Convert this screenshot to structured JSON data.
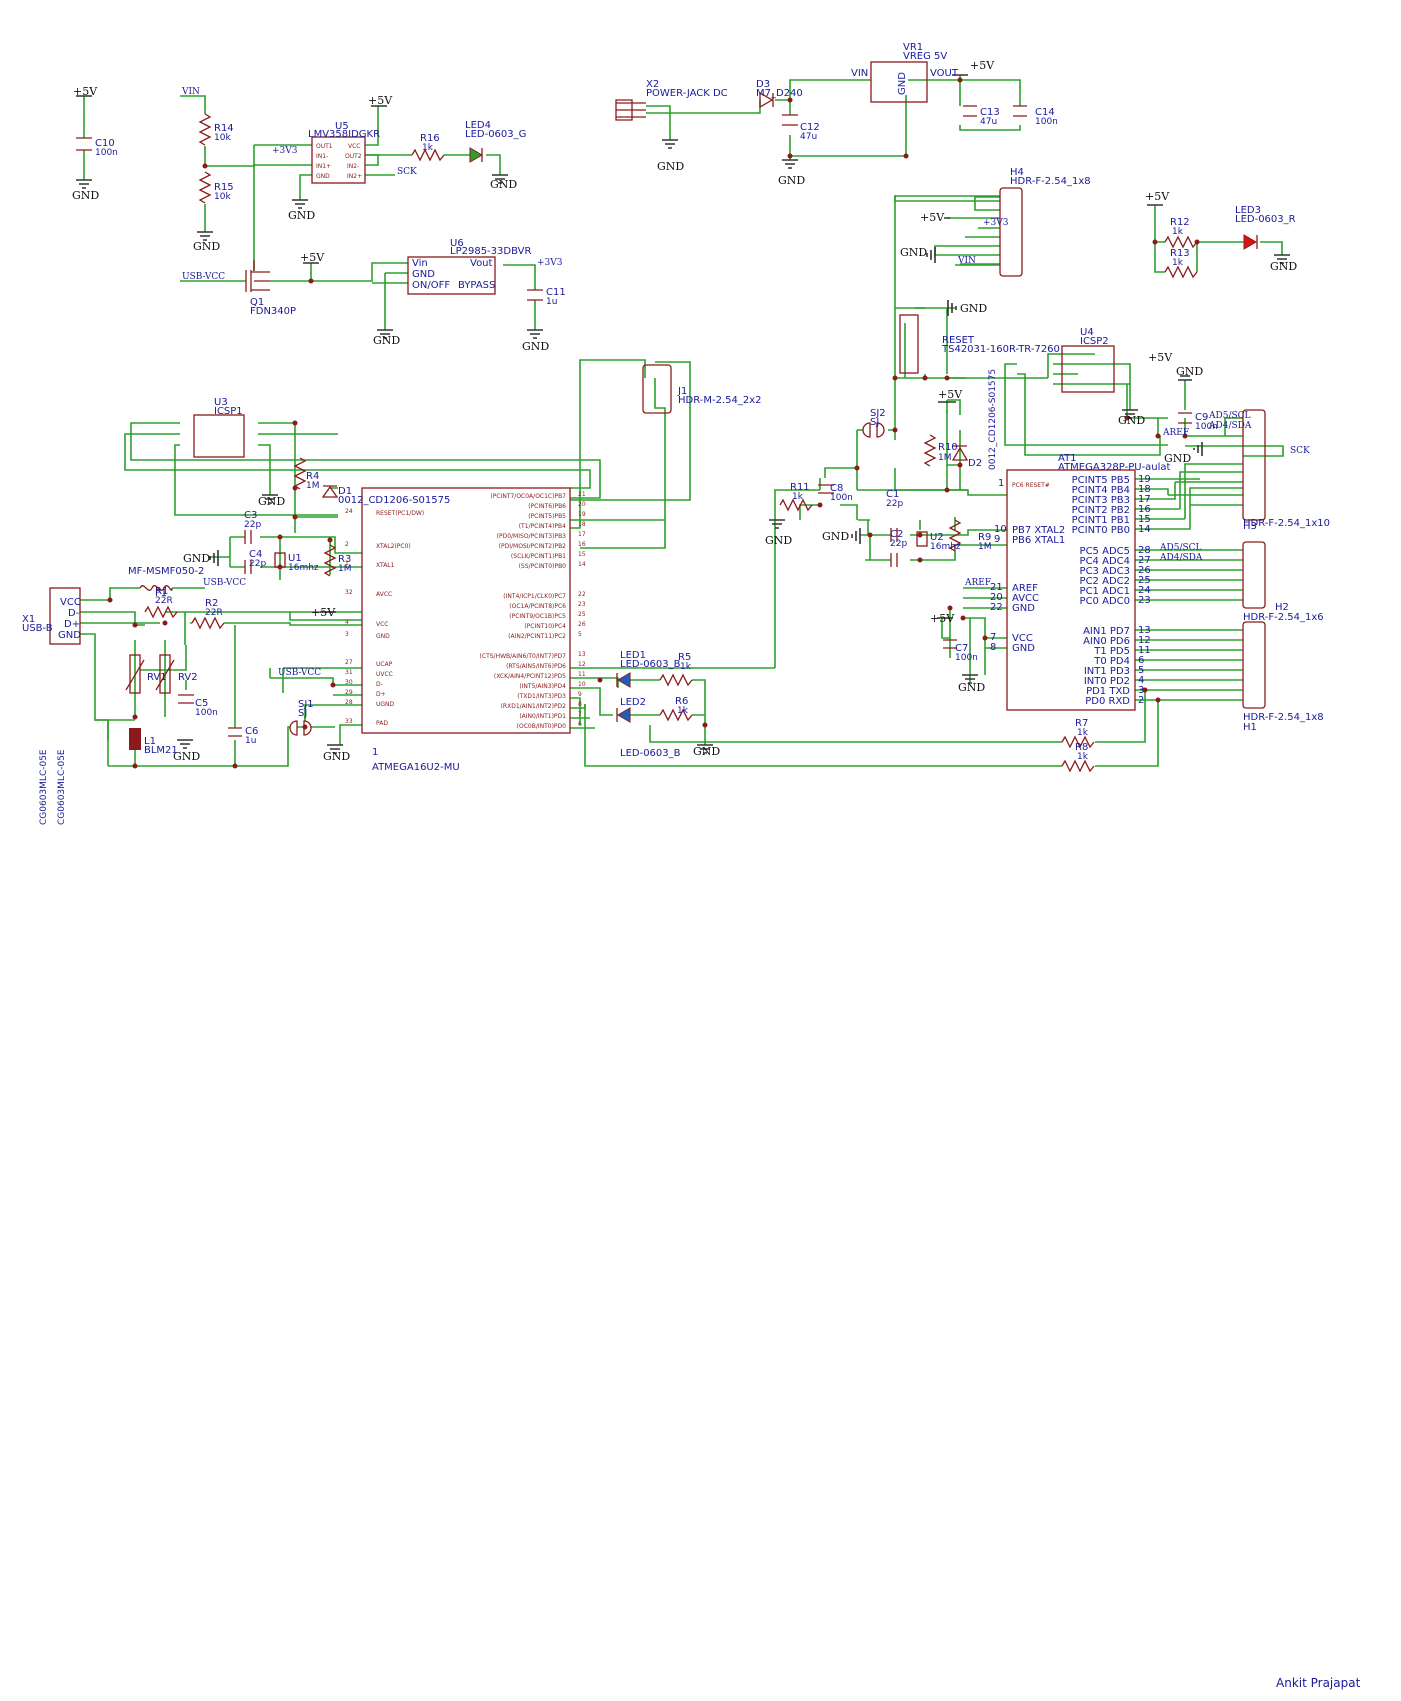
{
  "power": {
    "p5": "+5V",
    "gnd": "GND",
    "vin": "VIN",
    "v33": "+3V3",
    "usbvcc": "USB-VCC"
  },
  "nets": {
    "sck": "SCK",
    "aref": "AREF",
    "ad5": "AD5/SCL",
    "ad4": "AD4/SDA"
  },
  "parts": {
    "c10": {
      "ref": "C10",
      "val": "100n"
    },
    "r14": {
      "ref": "R14",
      "val": "10k"
    },
    "r15": {
      "ref": "R15",
      "val": "10k"
    },
    "u5": {
      "ref": "U5",
      "val": "LMV358IDGKR",
      "pins": [
        "OUT1",
        "IN1-",
        "IN1+",
        "GND",
        "VCC",
        "OUT2",
        "IN2-",
        "IN2+"
      ]
    },
    "r16": {
      "ref": "R16",
      "val": "1k"
    },
    "led4": {
      "ref": "LED4",
      "val": "LED-0603_G"
    },
    "q1": {
      "ref": "Q1",
      "val": "FDN340P"
    },
    "u6": {
      "ref": "U6",
      "val": "LP2985-33DBVR",
      "pins": [
        "Vin",
        "GND",
        "ON/OFF",
        "Vout",
        "BYPASS"
      ]
    },
    "c11": {
      "ref": "C11",
      "val": "1u"
    },
    "x2": {
      "ref": "X2",
      "val": "POWER-JACK DC"
    },
    "d3": {
      "ref": "D3",
      "val": "M7_D240"
    },
    "vr1": {
      "ref": "VR1",
      "val": "VREG 5V",
      "pins": [
        "VIN",
        "VOUT",
        "GND"
      ]
    },
    "c12": {
      "ref": "C12",
      "val": "47u"
    },
    "c13": {
      "ref": "C13",
      "val": "47u"
    },
    "c14": {
      "ref": "C14",
      "val": "100n"
    },
    "h4": {
      "ref": "H4",
      "val": "HDR-F-2.54_1x8"
    },
    "r12": {
      "ref": "R12",
      "val": "1k"
    },
    "r13": {
      "ref": "R13",
      "val": "1k"
    },
    "led3": {
      "ref": "LED3",
      "val": "LED-0603_R"
    },
    "reset": {
      "ref": "RESET",
      "val": "TS42031-160R-TR-7260"
    },
    "u4": {
      "ref": "U4",
      "val": "ICSP2"
    },
    "u3": {
      "ref": "U3",
      "val": "ICSP1"
    },
    "j1": {
      "ref": "J1",
      "val": "HDR-M-2.54_2x2"
    },
    "r4": {
      "ref": "R4",
      "val": "1M"
    },
    "d1": {
      "ref": "D1",
      "val": "0012_CD1206-S01575"
    },
    "c3": {
      "ref": "C3",
      "val": "22p"
    },
    "c4": {
      "ref": "C4",
      "val": "22p"
    },
    "u1": {
      "ref": "U1",
      "val": "16mhz"
    },
    "r3": {
      "ref": "R3",
      "val": "1M"
    },
    "f1": {
      "ref": "F1",
      "val": "MF-MSMF050-2"
    },
    "r1": {
      "ref": "R1",
      "val": "22R"
    },
    "r2": {
      "ref": "R2",
      "val": "22R"
    },
    "x1": {
      "ref": "X1",
      "val": "USB-B",
      "pins": [
        "VCC",
        "D-",
        "D+",
        "GND"
      ]
    },
    "rv1": {
      "ref": "RV1"
    },
    "rv2": {
      "ref": "RV2"
    },
    "c5": {
      "ref": "C5",
      "val": "100n"
    },
    "c6": {
      "ref": "C6",
      "val": "1u"
    },
    "l1": {
      "ref": "L1",
      "val": "BLM21"
    },
    "sj1": {
      "ref": "SJ1",
      "val": "SJ"
    },
    "sj2": {
      "ref": "SJ2",
      "val": "SJ"
    },
    "tvs1": {
      "val": "CG0603MLC-05E"
    },
    "tvs2": {
      "val": "CG0603MLC-05E"
    },
    "u2m": {
      "val": "ATMEGA16U2-MU",
      "num": "1"
    },
    "led1": {
      "ref": "LED1",
      "val": "LED-0603_B"
    },
    "led2": {
      "ref": "LED2",
      "val": "LED-0603_B"
    },
    "r5": {
      "ref": "R5",
      "val": "1k"
    },
    "r6": {
      "ref": "R6",
      "val": "1k"
    },
    "r7": {
      "ref": "R7",
      "val": "1k"
    },
    "r8": {
      "ref": "R8",
      "val": "1k"
    },
    "r11": {
      "ref": "R11",
      "val": "1k"
    },
    "c8": {
      "ref": "C8",
      "val": "100n"
    },
    "r10": {
      "ref": "R10",
      "val": "1M"
    },
    "d2": {
      "ref": "D2",
      "val": "0012_CD1206-S01575"
    },
    "c1": {
      "ref": "C1",
      "val": "22p"
    },
    "c2": {
      "ref": "C2",
      "val": "22p"
    },
    "u2": {
      "ref": "U2",
      "val": "16mhz"
    },
    "r9": {
      "ref": "R9",
      "val": "1M"
    },
    "c7": {
      "ref": "C7",
      "val": "100n"
    },
    "c9": {
      "ref": "C9",
      "val": "100n"
    },
    "at1": {
      "ref": "AT1",
      "val": "ATMEGA328P-PU-aulat"
    },
    "h3": {
      "ref": "H3",
      "val": "HDR-F-2.54_1x10"
    },
    "h2": {
      "ref": "H2",
      "val": "HDR-F-2.54_1x6"
    },
    "h1": {
      "ref": "H1",
      "val": "HDR-F-2.54_1x8"
    }
  },
  "m16": {
    "left": [
      "RESET(PC1/DW)",
      "XTAL2(PC0)",
      "XTAL1",
      "AVCC",
      "VCC",
      "GND",
      "UCAP",
      "UVCC",
      "D-",
      "D+",
      "UGND",
      "PAD"
    ],
    "left_nums": [
      "24",
      "2",
      "1",
      "32",
      "4",
      "3",
      "27",
      "31",
      "30",
      "29",
      "28",
      "33"
    ],
    "right": [
      "(PCINT7/OC0A/OC1C)PB7",
      "(PCINT6)PB6",
      "(PCINT5)PB5",
      "(T1/PCINT4)PB4",
      "(PD0/MISO/PCINT3)PB3",
      "(PDI/MOSI/PCINT2)PB2",
      "(SCLK/PCINT1)PB1",
      "(SS/PCINT0)PB0",
      "(INT4/ICP1/CLK0)PC7",
      "(OC1A/PCINT8)PC6",
      "(PCINT9/OC1B)PC5",
      "(PCINT10)PC4",
      "(AIN2/PCINT11)PC2",
      "(CTS/HWB/AIN6/T0/INT7)PD7",
      "(RTS/AIN5/INT6)PD6",
      "(XCK/AIN4/PCINT12)PD5",
      "(INT5/AIN3)PD4",
      "(TXD1/INT3)PD3",
      "(RXD1/AIN1/INT2)PD2",
      "(AIN0/INT1)PD1",
      "(OC0B/INT0)PD0"
    ],
    "right_nums": [
      "21",
      "20",
      "19",
      "18",
      "17",
      "16",
      "15",
      "14",
      "22",
      "23",
      "25",
      "26",
      "5",
      "13",
      "12",
      "11",
      "10",
      "9",
      "8",
      "7",
      "6"
    ]
  },
  "m328": {
    "rows1": [
      [
        "PCINT5 PB5",
        "19"
      ],
      [
        "PCINT4 PB4",
        "18"
      ],
      [
        "PCINT3 PB3",
        "17"
      ],
      [
        "PCINT2 PB2",
        "16"
      ],
      [
        "PCINT1 PB1",
        "15"
      ],
      [
        "PCINT0 PB0",
        "14"
      ]
    ],
    "xtal": [
      [
        "PB7 XTAL2",
        "10"
      ],
      [
        "PB6 XTAL1",
        "9"
      ]
    ],
    "reset": "PC6 RESET#",
    "reset_num": "1",
    "rows2": [
      [
        "PC5 ADC5",
        "28"
      ],
      [
        "PC4 ADC4",
        "27"
      ],
      [
        "PC3 ADC3",
        "26"
      ],
      [
        "PC2 ADC2",
        "25"
      ],
      [
        "PC1 ADC1",
        "24"
      ],
      [
        "PC0 ADC0",
        "23"
      ]
    ],
    "left": [
      [
        "AREF",
        "21"
      ],
      [
        "AVCC",
        "20"
      ],
      [
        "GND",
        "22"
      ],
      [
        "VCC",
        "7"
      ],
      [
        "GND",
        "8"
      ]
    ],
    "rows3": [
      [
        "AIN1 PD7",
        "13"
      ],
      [
        "AIN0 PD6",
        "12"
      ],
      [
        "T1 PD5",
        "11"
      ],
      [
        "T0 PD4",
        "6"
      ],
      [
        "INT1 PD3",
        "5"
      ],
      [
        "INT0 PD2",
        "4"
      ],
      [
        "PD1 TXD",
        "3"
      ],
      [
        "PD0 RXD",
        "2"
      ]
    ]
  },
  "author": "Ankit Prajapat"
}
